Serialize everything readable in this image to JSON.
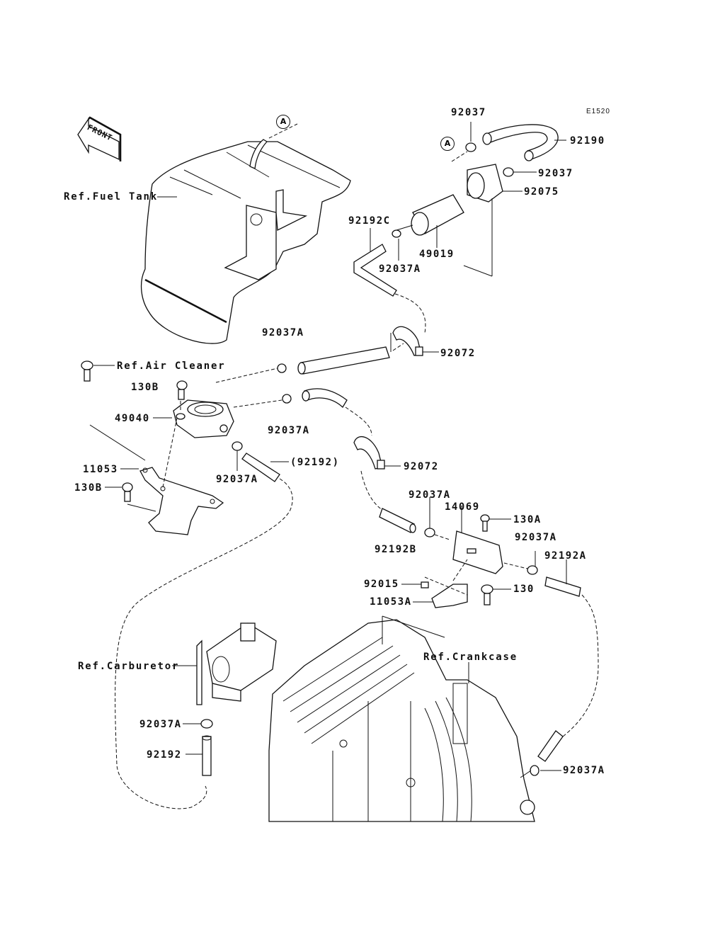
{
  "diagram": {
    "code": "E1520",
    "front_label": "FRONT",
    "connector_mark": "A",
    "parts": {
      "p92037_top": "92037",
      "p92190": "92190",
      "p92037_mid": "92037",
      "p92075": "92075",
      "p92192C": "92192C",
      "p49019": "49019",
      "p92037A_filter": "92037A",
      "p92037A_upper": "92037A",
      "p92072_upper": "92072",
      "p130B_upper": "130B",
      "p49040": "49040",
      "p92037A_pump": "92037A",
      "p92037A_pump_lower": "92037A",
      "p92192_paren": "(92192)",
      "p11053": "11053",
      "p130B_lower": "130B",
      "p92072_lower": "92072",
      "p92037A_valve_in": "92037A",
      "p14069": "14069",
      "p130A": "130A",
      "p92192B": "92192B",
      "p92037A_valve_out": "92037A",
      "p92192A": "92192A",
      "p92015": "92015",
      "p130": "130",
      "p11053A": "11053A",
      "p92037A_carb": "92037A",
      "p92192_carb": "92192",
      "p92037A_crank": "92037A"
    },
    "references": {
      "fuel_tank": "Ref.Fuel Tank",
      "air_cleaner": "Ref.Air Cleaner",
      "carburetor": "Ref.Carburetor",
      "crankcase": "Ref.Crankcase"
    }
  }
}
